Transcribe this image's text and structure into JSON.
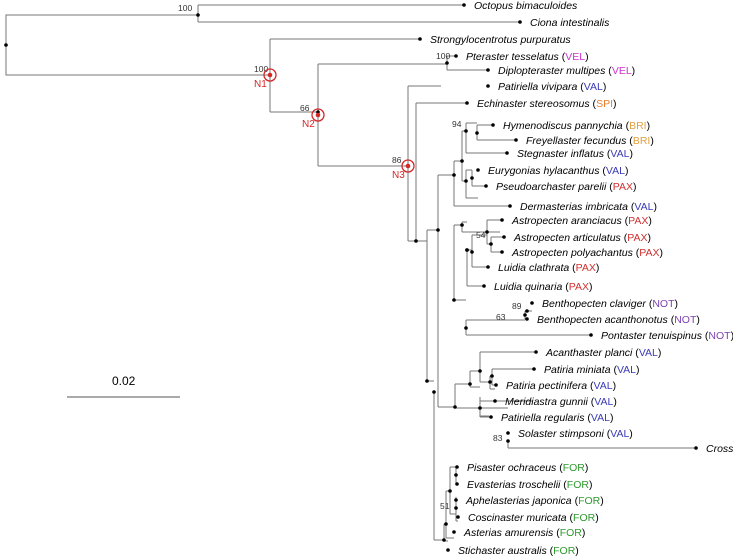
{
  "colors": {
    "VEL": "#cc33cc",
    "SPI": "#e87d2d",
    "VAL": "#3a3ab8",
    "BRI": "#e0a040",
    "PAX": "#d03030",
    "NOT": "#7b3fb0",
    "FOR": "#2e9a2e",
    "marker": "#d62728"
  },
  "tree": {
    "taxa": [
      {
        "genus": "Octopus bimaculoides",
        "group": ""
      },
      {
        "genus": "Ciona intestinalis",
        "group": ""
      },
      {
        "genus": "Strongylocentrotus purpuratus",
        "group": ""
      },
      {
        "genus": "Pteraster tesselatus",
        "group": "VEL"
      },
      {
        "genus": "Diplopteraster multipes",
        "group": "VEL"
      },
      {
        "genus": "Patiriella vivipara",
        "group": "VAL"
      },
      {
        "genus": "Echinaster stereosomus",
        "group": "SPI"
      },
      {
        "genus": "Hymenodiscus pannychia",
        "group": "BRI"
      },
      {
        "genus": "Freyellaster fecundus",
        "group": "BRI"
      },
      {
        "genus": "Stegnaster inflatus",
        "group": "VAL"
      },
      {
        "genus": "Eurygonias hylacanthus",
        "group": "VAL"
      },
      {
        "genus": "Pseudoarchaster parelii",
        "group": "PAX"
      },
      {
        "genus": "Dermasterias imbricata",
        "group": "VAL"
      },
      {
        "genus": "Astropecten aranciacus",
        "group": "PAX"
      },
      {
        "genus": "Astropecten articulatus",
        "group": "PAX"
      },
      {
        "genus": "Astropecten polyachantus",
        "group": "PAX"
      },
      {
        "genus": "Luidia clathrata",
        "group": "PAX"
      },
      {
        "genus": "Luidia quinaria",
        "group": "PAX"
      },
      {
        "genus": "Benthopecten claviger",
        "group": "NOT"
      },
      {
        "genus": "Benthopecten acanthonotus",
        "group": "NOT"
      },
      {
        "genus": "Pontaster tenuispinus",
        "group": "NOT"
      },
      {
        "genus": "Acanthaster planci",
        "group": "VAL"
      },
      {
        "genus": "Patiria miniata",
        "group": "VAL"
      },
      {
        "genus": "Patiria pectinifera",
        "group": "VAL"
      },
      {
        "genus": "Meridiastra gunnii",
        "group": "VAL"
      },
      {
        "genus": "Patiriella regularis",
        "group": "VAL"
      },
      {
        "genus": "Solaster stimpsoni",
        "group": "VAL"
      },
      {
        "genus": "Crossaster papposus",
        "group": "VAL"
      },
      {
        "genus": "Pisaster ochraceus",
        "group": "FOR"
      },
      {
        "genus": "Evasterias troschelii",
        "group": "FOR"
      },
      {
        "genus": "Aphelasterias japonica",
        "group": "FOR"
      },
      {
        "genus": "Coscinaster muricata",
        "group": "FOR"
      },
      {
        "genus": "Asterias amurensis",
        "group": "FOR"
      },
      {
        "genus": "Stichaster australis",
        "group": "FOR"
      }
    ],
    "support": {
      "octopus_ciona": "100",
      "n1": "100",
      "pteraster_diplopteraster": "100",
      "n2": "66",
      "n3": "86",
      "brisingida": "94",
      "astropecten": "54",
      "benthopecten": "89",
      "notomyotida": "63",
      "solasteridae": "83",
      "forcipulatida": "51"
    },
    "node_labels": {
      "n1": "N1",
      "n2": "N2",
      "n3": "N3"
    }
  },
  "scale_bar": {
    "label": "0.02"
  }
}
